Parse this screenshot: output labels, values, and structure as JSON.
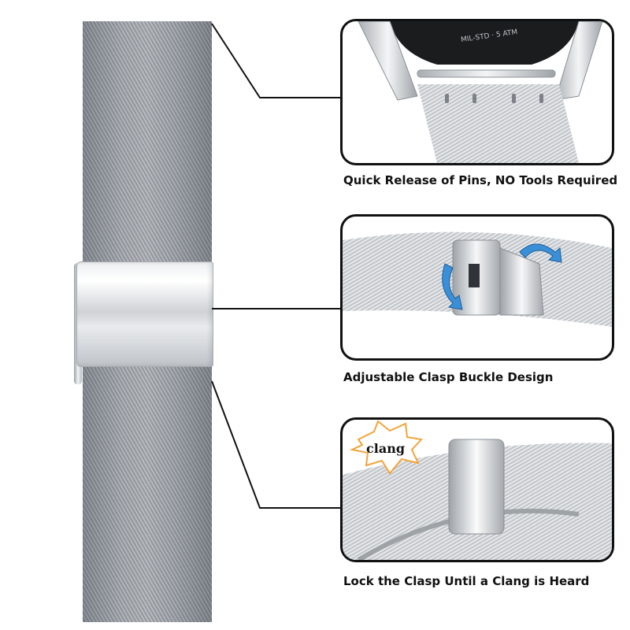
{
  "captions": {
    "pins": "Quick Release of Pins, NO Tools Required",
    "clasp": "Adjustable Clasp Buckle Design",
    "lock": "Lock the Clasp Until a Clang is Heard"
  },
  "watch_case_text": "MIL-STD · 5 ATM",
  "burst_text": "clang",
  "colors": {
    "mesh": "#c9ccd0",
    "frame": "#111111",
    "arrow": "#3b8fd6",
    "burst": "#f2a43a"
  },
  "icons": [
    "flip-arrow-icon",
    "clang-burst-icon"
  ]
}
